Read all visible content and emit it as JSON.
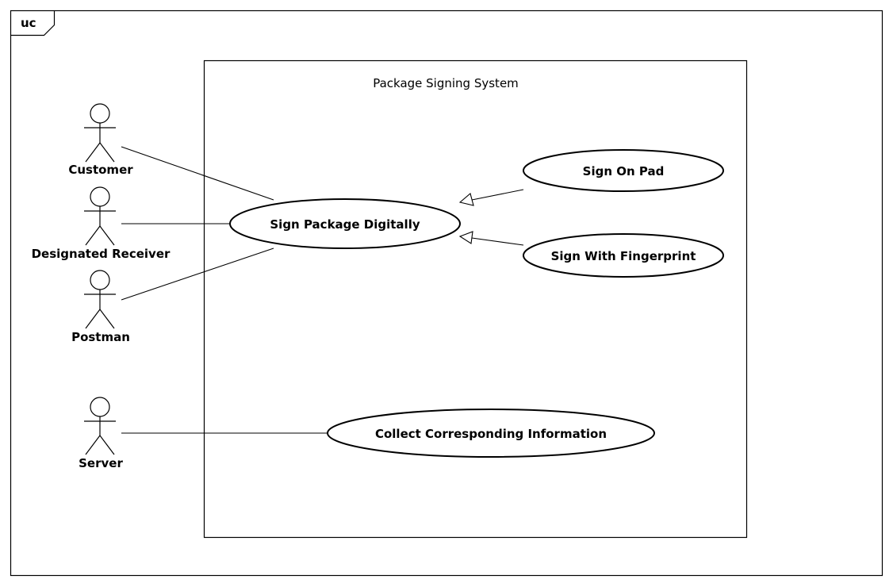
{
  "frame": {
    "tag": "uc"
  },
  "system": {
    "title": "Package Signing System"
  },
  "actors": [
    {
      "id": "customer",
      "label": "Customer"
    },
    {
      "id": "designated-receiver",
      "label": "Designated Receiver"
    },
    {
      "id": "postman",
      "label": "Postman"
    },
    {
      "id": "server",
      "label": "Server"
    }
  ],
  "usecases": [
    {
      "id": "sign-package-digitally",
      "label": "Sign Package Digitally"
    },
    {
      "id": "sign-on-pad",
      "label": "Sign On Pad"
    },
    {
      "id": "sign-with-fingerprint",
      "label": "Sign With Fingerprint"
    },
    {
      "id": "collect-corresponding-information",
      "label": "Collect Corresponding Information"
    }
  ],
  "associations": [
    {
      "actor": "Customer",
      "usecase": "Sign Package Digitally"
    },
    {
      "actor": "Designated Receiver",
      "usecase": "Sign Package Digitally"
    },
    {
      "actor": "Postman",
      "usecase": "Sign Package Digitally"
    },
    {
      "actor": "Server",
      "usecase": "Collect Corresponding Information"
    }
  ],
  "generalizations": [
    {
      "child": "Sign On Pad",
      "parent": "Sign Package Digitally"
    },
    {
      "child": "Sign With Fingerprint",
      "parent": "Sign Package Digitally"
    }
  ]
}
